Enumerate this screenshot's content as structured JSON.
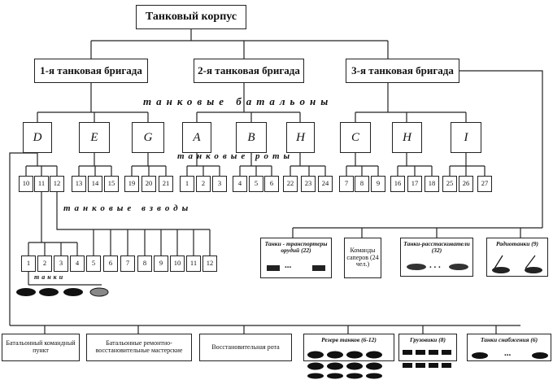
{
  "corps": "Танковый корпус",
  "brigades": [
    "1-я танковая бригада",
    "2-я танковая бригада",
    "3-я танковая бригада"
  ],
  "labels": {
    "battalions": "танковые батальоны",
    "companies": "танковые роты",
    "platoons": "танковые взводы",
    "tanks": "танки",
    "ellipsis": "...",
    "ellipsis_spaced": ". . ."
  },
  "battalions": [
    "D",
    "E",
    "G",
    "A",
    "B",
    "H",
    "C",
    "H",
    "I"
  ],
  "companies": [
    "10",
    "11",
    "12",
    "13",
    "14",
    "15",
    "19",
    "20",
    "21",
    "1",
    "2",
    "3",
    "4",
    "5",
    "6",
    "22",
    "23",
    "24",
    "7",
    "8",
    "9",
    "16",
    "17",
    "18",
    "25",
    "26",
    "27"
  ],
  "platoons": [
    "1",
    "2",
    "3",
    "4",
    "5",
    "6",
    "7",
    "8",
    "9",
    "10",
    "11",
    "12"
  ],
  "special": {
    "transporters": "Танки - транспортеры орудий (22)",
    "sappers": "Команды саперов (24 чел.)",
    "spreaders": "Танки-расстаскиватели (32)",
    "radio": "Радиотанки (9)"
  },
  "bottom": {
    "hq": "Батальонный командный пункт",
    "workshops": "Батальонные ремонтно-восстановительные мастерские",
    "repair": "Восстановительная рота",
    "reserve": "Резерв танков (6-12)",
    "trucks": "Грузовики (8)",
    "supply": "Танки снабжения (6)"
  }
}
